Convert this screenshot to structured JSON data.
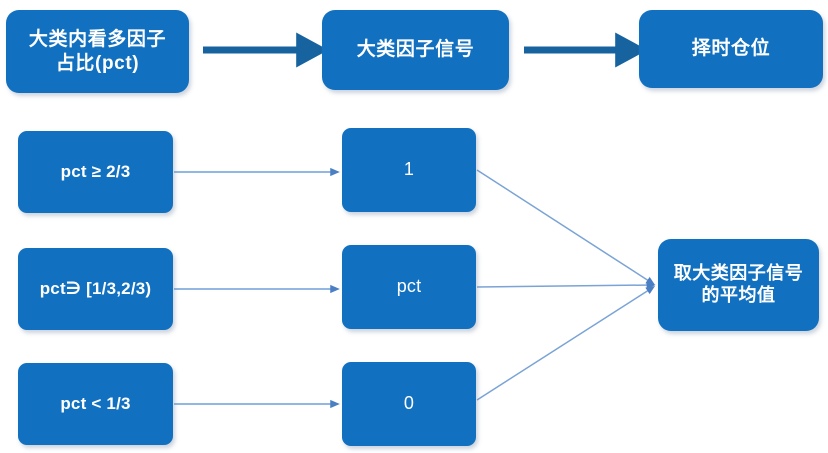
{
  "diagram": {
    "title_flow": {
      "steps": [
        {
          "id": "top-1",
          "label": "大类内看多因子\n占比(pct)"
        },
        {
          "id": "top-2",
          "label": "大类因子信号"
        },
        {
          "id": "top-3",
          "label": "择时仓位"
        }
      ],
      "connector_icon": "right-arrow-icon"
    },
    "rules": {
      "conditions": [
        {
          "id": "cond-1",
          "label": "pct ≥ 2/3"
        },
        {
          "id": "cond-2",
          "label": "pct∋ [1/3,2/3)"
        },
        {
          "id": "cond-3",
          "label": "pct < 1/3"
        }
      ],
      "values": [
        {
          "id": "val-1",
          "label": "1"
        },
        {
          "id": "val-2",
          "label": "pct"
        },
        {
          "id": "val-3",
          "label": "0"
        }
      ],
      "merge": {
        "id": "merge",
        "label": "取大类因子信号\n的平均值"
      },
      "connector_icon": "thin-right-arrow-icon"
    },
    "colors": {
      "node_fill": "#1170bf",
      "node_text": "#ffffff",
      "thick_arrow": "#17639f",
      "thin_arrow": "#6f9fd8",
      "background": "#ffffff"
    }
  }
}
